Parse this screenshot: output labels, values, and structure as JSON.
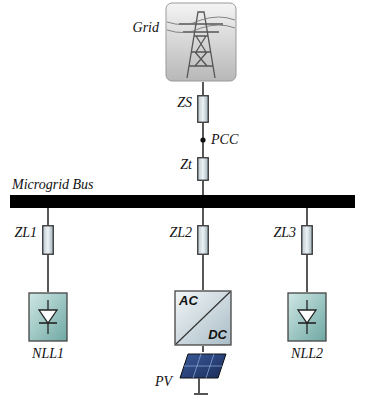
{
  "diagram": {
    "nodes": [
      {
        "text": [
          "Grid"
        ]
      },
      {
        "text": [
          "ZS"
        ]
      },
      {
        "text": [
          "Zt"
        ]
      },
      {
        "text": [
          "Microgrid Bus"
        ]
      },
      {
        "text": [
          "ZL1"
        ]
      },
      {
        "text": [
          "ZL2"
        ]
      },
      {
        "text": [
          "ZL3"
        ]
      },
      {
        "text": [
          "NLL1"
        ]
      },
      {
        "text": [
          "AC",
          "DC"
        ]
      },
      {
        "text": [
          "NLL2"
        ]
      },
      {
        "text": [
          "PV"
        ]
      }
    ],
    "edges": [
      {
        "from": 0,
        "to": 1,
        "arrow": "none"
      },
      {
        "from": 1,
        "to": 2,
        "arrow": "none"
      },
      {
        "from": 2,
        "to": 3,
        "arrow": "none"
      },
      {
        "from": 3,
        "to": 4,
        "arrow": "none"
      },
      {
        "from": 3,
        "to": 5,
        "arrow": "none"
      },
      {
        "from": 3,
        "to": 6,
        "arrow": "none"
      },
      {
        "from": 4,
        "to": 7,
        "arrow": "none"
      },
      {
        "from": 5,
        "to": 8,
        "arrow": "none"
      },
      {
        "from": 6,
        "to": 9,
        "arrow": "none"
      },
      {
        "from": 8,
        "to": 10,
        "arrow": "none"
      }
    ],
    "labels": [
      "PCC"
    ]
  }
}
